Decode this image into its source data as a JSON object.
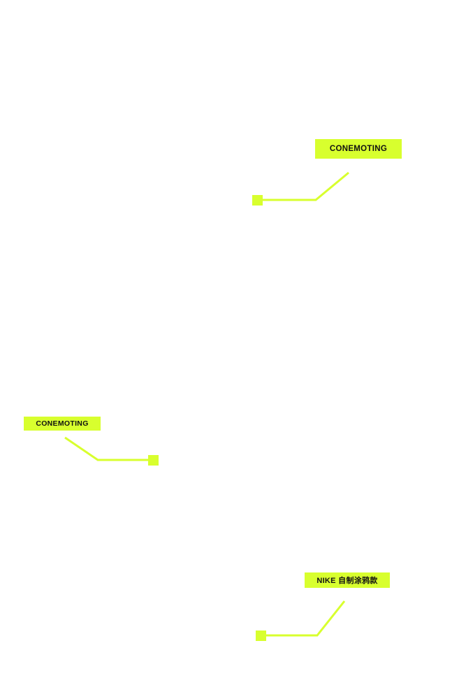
{
  "accent_color": "#d8ff2e",
  "callouts": [
    {
      "label": "CONEMOTING"
    },
    {
      "label": "CONEMOTING"
    },
    {
      "label": "NIKE  自制涂鸦款"
    }
  ]
}
